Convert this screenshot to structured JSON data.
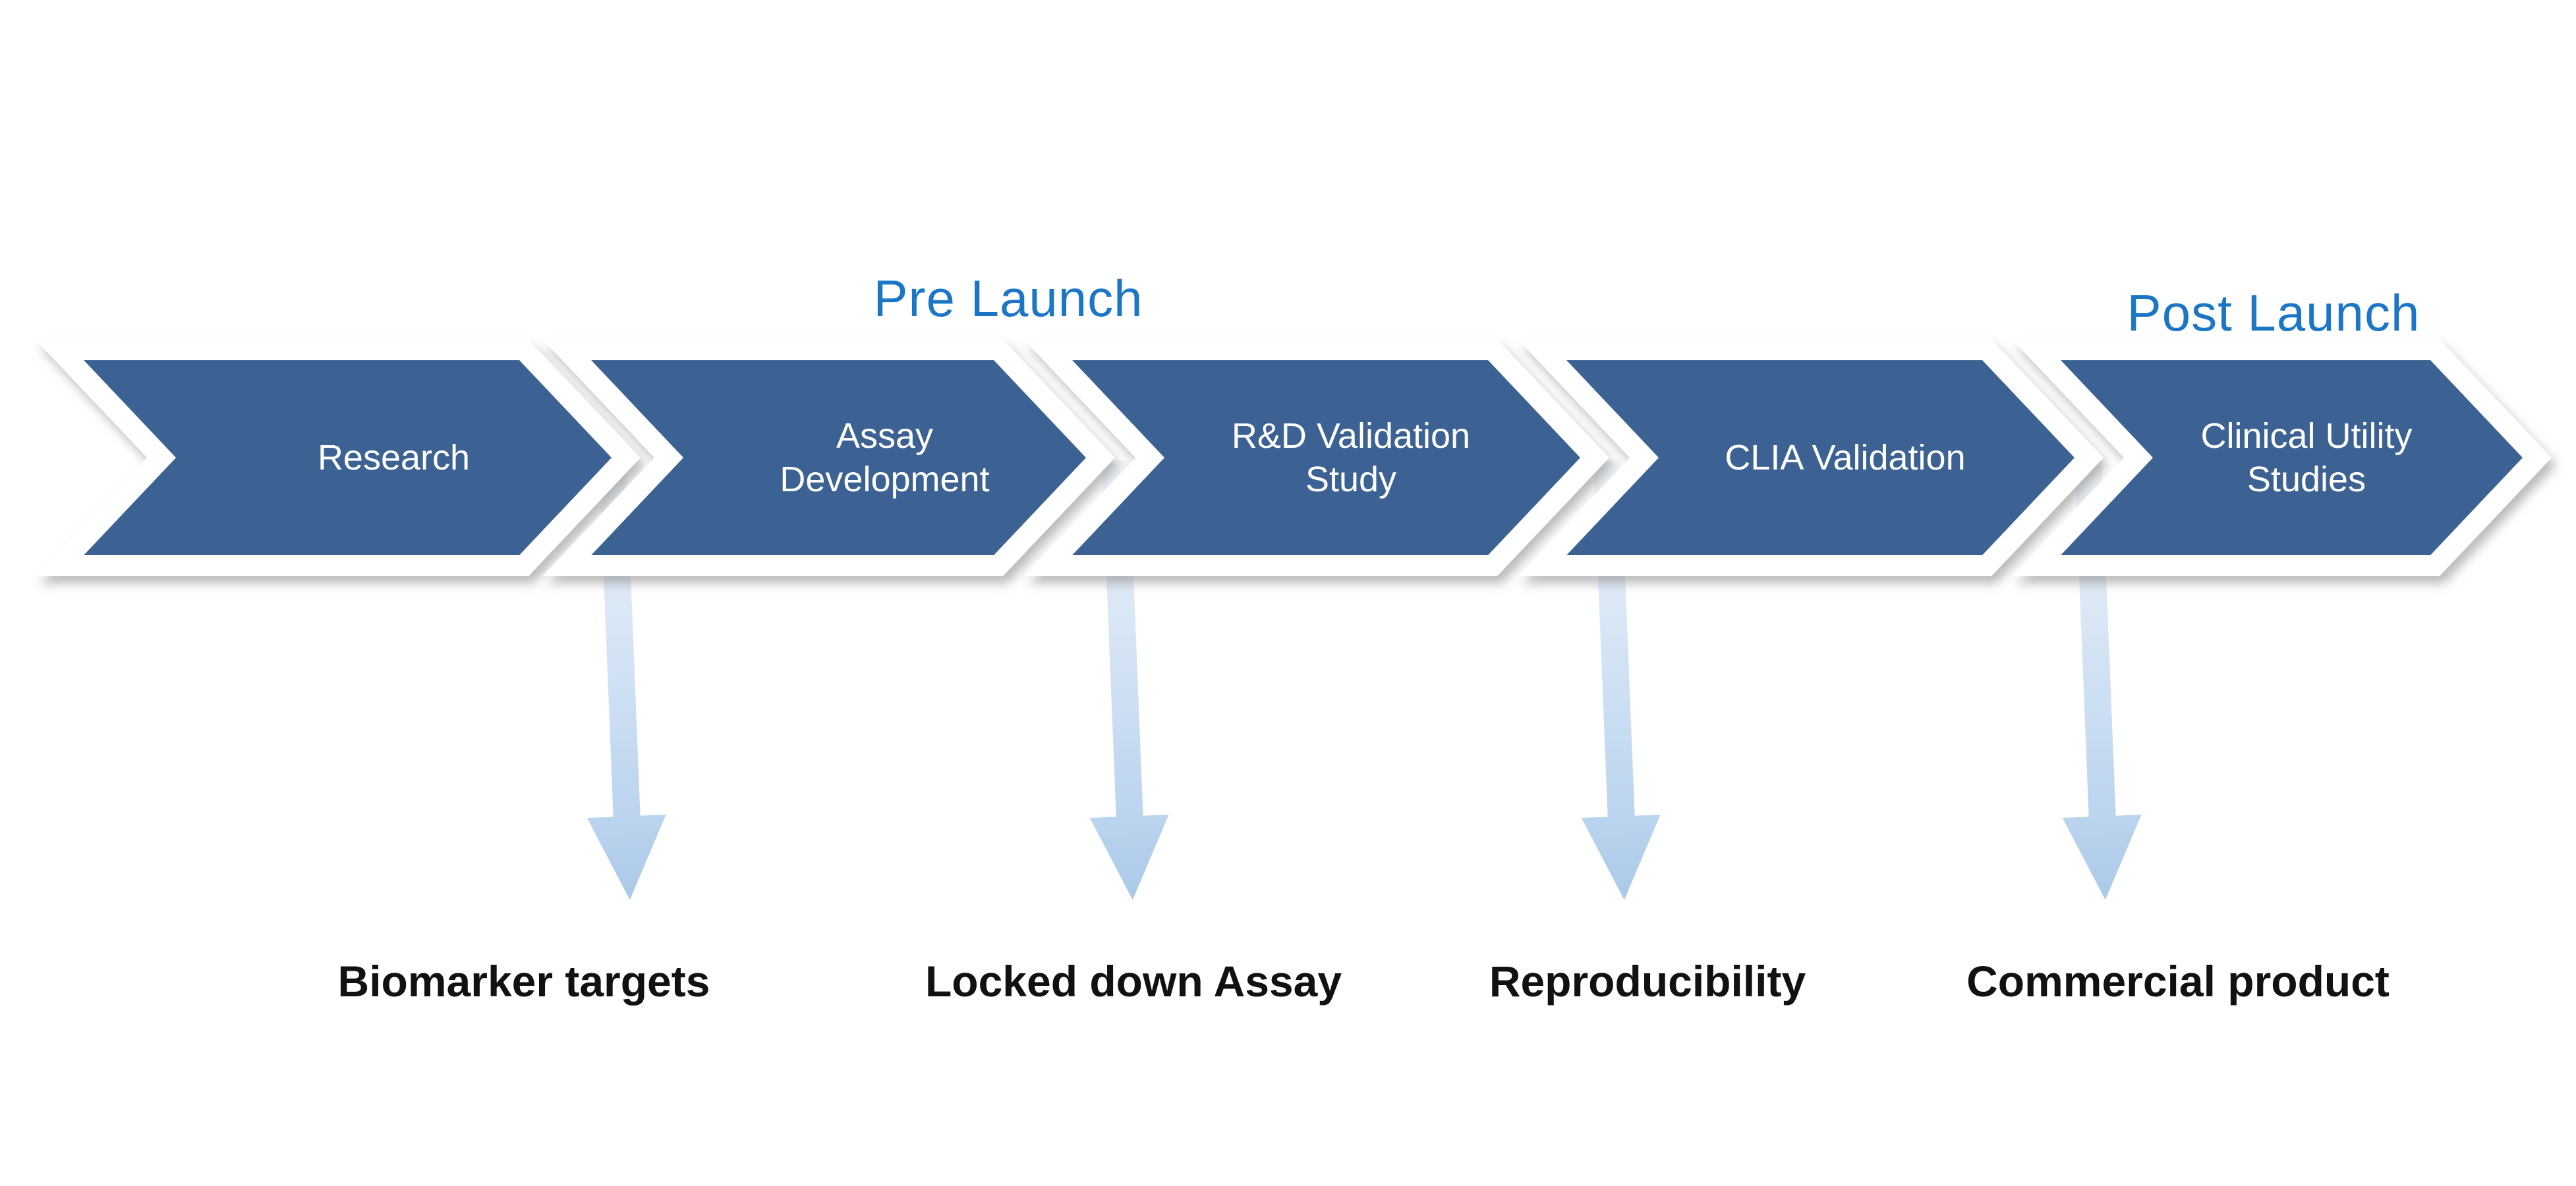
{
  "phases": {
    "pre_launch": "Pre Launch",
    "post_launch": "Post Launch"
  },
  "stages": [
    {
      "label": "Research"
    },
    {
      "label": "Assay\nDevelopment"
    },
    {
      "label": "R&D Validation\nStudy"
    },
    {
      "label": "CLIA Validation"
    },
    {
      "label": "Clinical Utility\nStudies"
    }
  ],
  "milestones": [
    {
      "label": "Biomarker targets"
    },
    {
      "label": "Locked down Assay"
    },
    {
      "label": "Reproducibility"
    },
    {
      "label": "Commercial product"
    }
  ],
  "icons": [
    {
      "name": "down-arrow-icon",
      "meaning": "milestone output arrow"
    }
  ],
  "colors": {
    "chevron_fill": "#3a6292",
    "chevron_outline": "#ffffff",
    "phase_label": "#1b76c5",
    "stage_text": "#ffffff",
    "milestone_text": "#111111",
    "arrow_light": "#f2f6fb",
    "arrow_mid": "#bad3ee",
    "arrow_dark": "#a9c8e7"
  }
}
